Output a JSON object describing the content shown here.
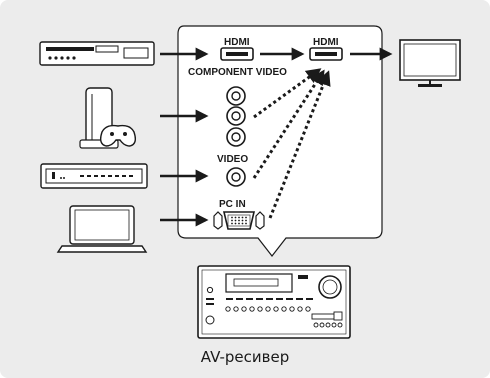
{
  "labels": {
    "hdmi_in": "HDMI",
    "hdmi_out": "HDMI",
    "component_video": "COMPONENT VIDEO",
    "video": "VIDEO",
    "pc_in": "PC IN"
  },
  "caption": "AV-ресивер",
  "colors": {
    "background": "#ececec",
    "panel": "#ffffff",
    "line": "#1a1a1a"
  },
  "icons": {
    "sources": [
      "blu-ray-player-icon",
      "game-console-icon",
      "set-top-box-icon",
      "laptop-icon"
    ],
    "output": "tv-icon",
    "receiver": "av-receiver-icon"
  }
}
